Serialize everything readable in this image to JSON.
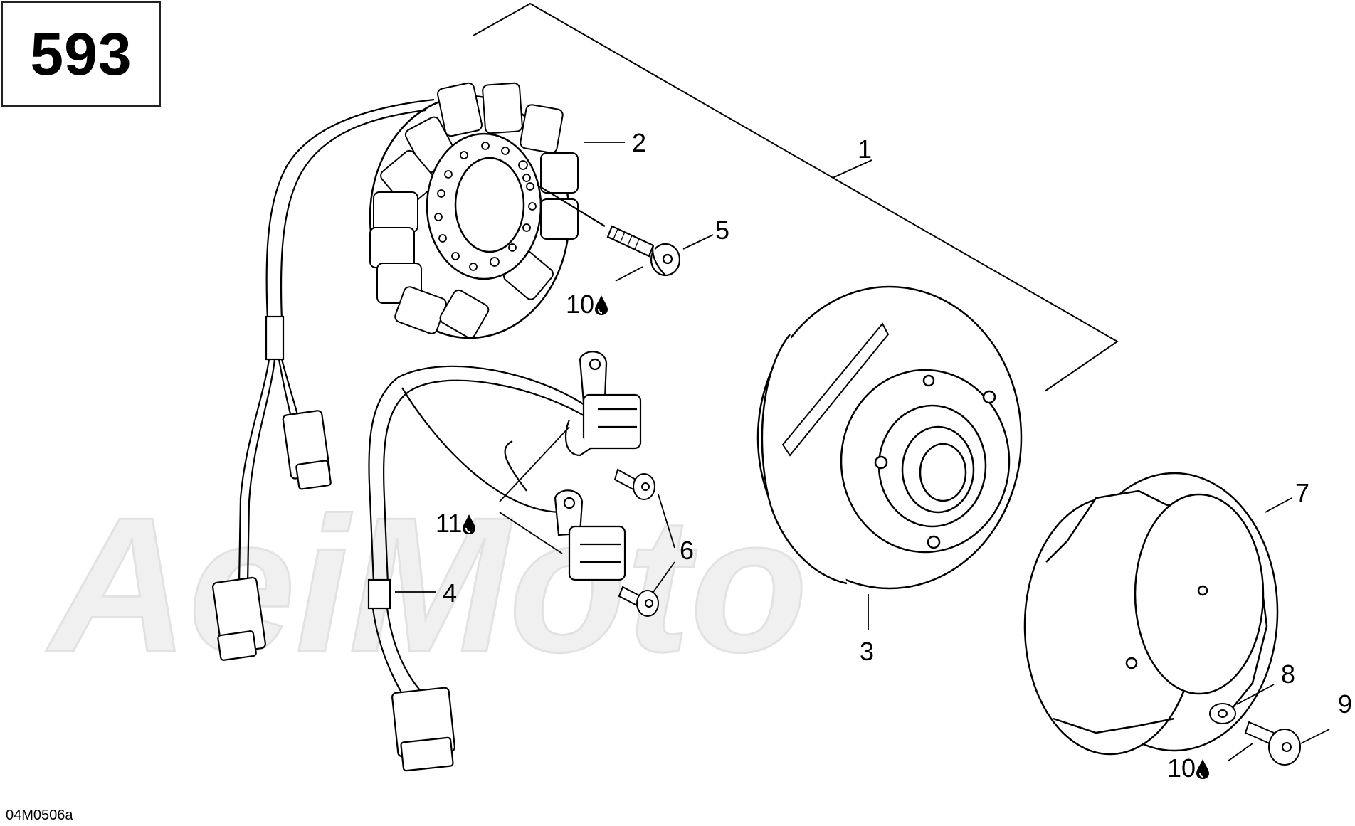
{
  "page_number": "593",
  "drawing_code": "04M0506a",
  "watermark": "AeiMoto",
  "callouts": {
    "c1": "1",
    "c2": "2",
    "c3": "3",
    "c4": "4",
    "c5": "5",
    "c6": "6",
    "c7": "7",
    "c8": "8",
    "c9": "9",
    "c10a": "10",
    "c10b": "10",
    "c11": "11"
  },
  "colors": {
    "line": "#000000",
    "watermark": "#eeeeee"
  }
}
